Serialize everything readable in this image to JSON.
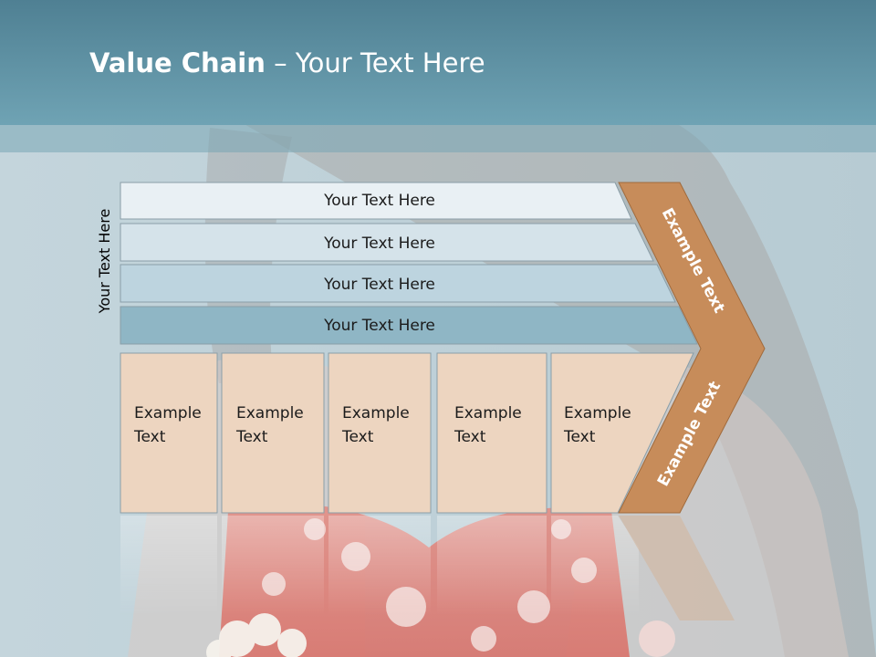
{
  "slide": {
    "title_bold": "Value Chain",
    "title_rest": " – Your Text Here"
  },
  "side_label": "Your Text Here",
  "support_rows": [
    {
      "label": "Your Text Here",
      "color": "#e9f0f4"
    },
    {
      "label": "Your Text Here",
      "color": "#d5e3ea"
    },
    {
      "label": "Your Text Here",
      "color": "#bdd4df"
    },
    {
      "label": "Your Text Here",
      "color": "#8fb6c5"
    }
  ],
  "primary_boxes": [
    {
      "line1": "Example",
      "line2": "Text"
    },
    {
      "line1": "Example",
      "line2": "Text"
    },
    {
      "line1": "Example",
      "line2": "Text"
    },
    {
      "line1": "Example",
      "line2": "Text"
    },
    {
      "line1": "Example",
      "line2": "Text"
    }
  ],
  "margin_labels": {
    "top": "Example Text",
    "bottom": "Example Text"
  },
  "colors": {
    "header": "#5f93a6",
    "primary_box": "#edd5c0",
    "margin_arrow": "#c78c5a",
    "box_border": "#8a9ea8"
  }
}
